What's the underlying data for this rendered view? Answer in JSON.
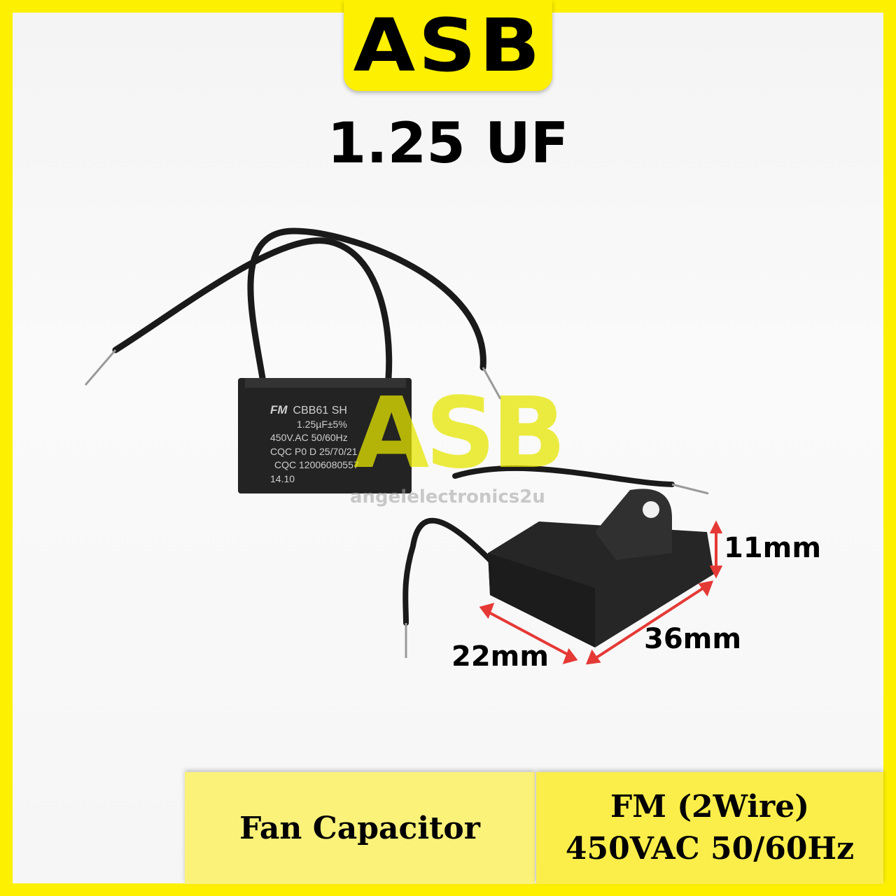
{
  "brand": "ASB",
  "title": "1.25 UF",
  "capacitor_label": [
    "CBB61 SH",
    "1.25µF±5%",
    "450V.AC 50/60Hz",
    "CQC P0 D 25/70/21",
    "CQC 12006080557",
    "14.10"
  ],
  "capacitor_logo": "FM",
  "watermark": {
    "logo": "ASB",
    "site": "angelelectronics2u"
  },
  "dimensions": {
    "height": "11mm",
    "length": "36mm",
    "width": "22mm"
  },
  "bottom": {
    "product_type": "Fan Capacitor",
    "spec_line1": "FM (2Wire)",
    "spec_line2": "450VAC 50/60Hz"
  },
  "colors": {
    "frame": "#fdf000",
    "arrow": "#e53935"
  }
}
